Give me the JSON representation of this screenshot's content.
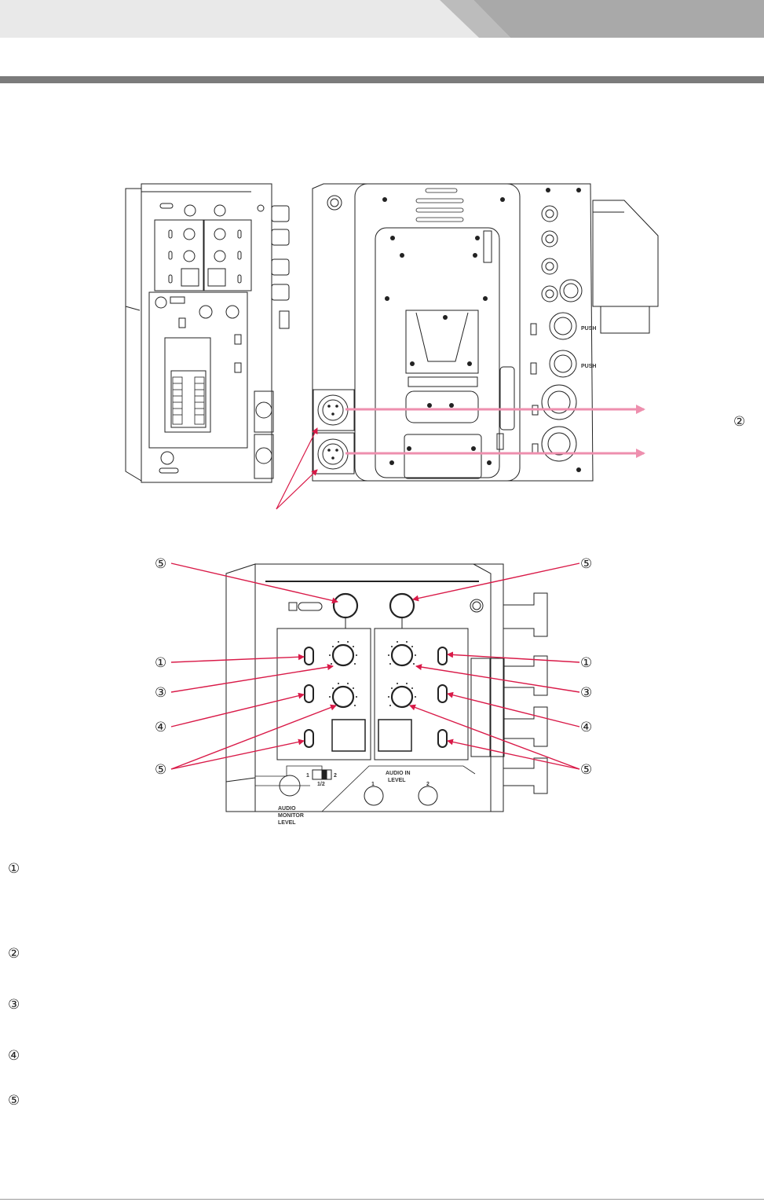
{
  "page": {
    "background": "#ffffff",
    "accent_callout_color": "#d91a48",
    "arrow_color": "#ee8fae",
    "header_colors": [
      "#e9e9e9",
      "#bcbcbc",
      "#a9a9a9"
    ],
    "rule_color": "#7b7b7b"
  },
  "callouts": {
    "c1": "①",
    "c2": "②",
    "c3": "③",
    "c4": "④",
    "c5": "⑤"
  },
  "panel_labels": {
    "audio_monitor_level": [
      "AUDIO",
      "MONITOR",
      "LEVEL"
    ],
    "audio_in_level": [
      "AUDIO IN",
      "LEVEL"
    ],
    "switch_left": "1",
    "switch_right": "2",
    "switch_mid": "1/2",
    "knob_1": "1",
    "knob_2": "2",
    "push_label": "PUSH"
  },
  "legend": [
    {
      "marker": "①"
    },
    {
      "marker": "②"
    },
    {
      "marker": "③"
    },
    {
      "marker": "④"
    },
    {
      "marker": "⑤"
    }
  ]
}
